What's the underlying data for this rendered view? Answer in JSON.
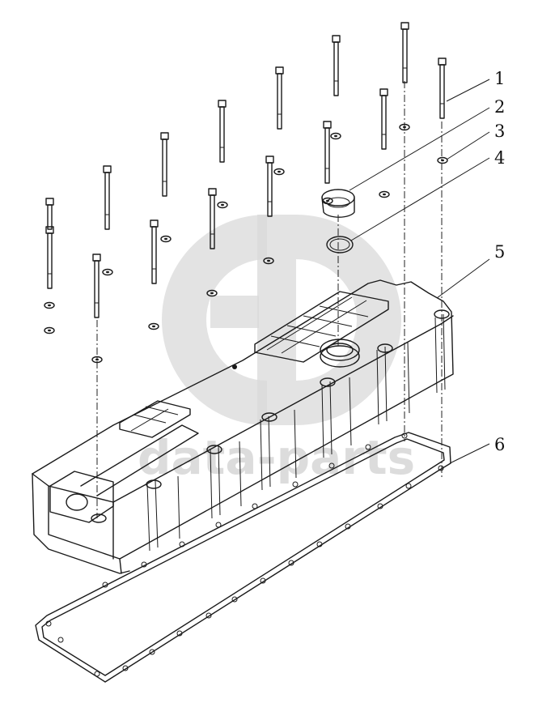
{
  "diagram": {
    "callouts": [
      {
        "id": "1",
        "label": "1"
      },
      {
        "id": "2",
        "label": "2"
      },
      {
        "id": "3",
        "label": "3"
      },
      {
        "id": "4",
        "label": "4"
      },
      {
        "id": "5",
        "label": "5"
      },
      {
        "id": "6",
        "label": "6"
      }
    ]
  },
  "watermark": {
    "text": "data-parts",
    "logo": "gd-logo"
  }
}
